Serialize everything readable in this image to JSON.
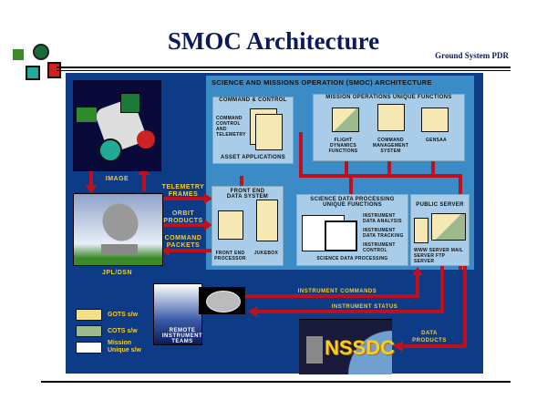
{
  "header": {
    "title": "SMOC Architecture",
    "subtitle": "Ground System PDR"
  },
  "smoc": {
    "title": "SCIENCE AND MISSIONS OPERATION (SMOC) ARCHITECTURE"
  },
  "command_control": {
    "title": "COMMAND & CONTROL",
    "desc": "COMMAND CONTROL AND TELEMETRY",
    "footer": "ASSET APPLICATIONS"
  },
  "mission_ops": {
    "title": "MISSION OPERATIONS UNIQUE FUNCTIONS",
    "items": [
      "FLIGHT DYNAMICS FUNCTIONS",
      "COMMAND MANAGEMENT SYSTEM",
      "GENSAA"
    ]
  },
  "front_end": {
    "title": "FRONT END DATA SYSTEM",
    "items": [
      "FRONT END PROCESSOR",
      "JUKEBOX"
    ]
  },
  "science": {
    "title": "SCIENCE DATA PROCESSING UNIQUE FUNCTIONS",
    "items": [
      "INSTRUMENT DATA ANALYSIS",
      "INSTRUMENT DATA TRACKING",
      "INSTRUMENT CONTROL"
    ],
    "footer": "SCIENCE DATA PROCESSING"
  },
  "public_server": {
    "title": "PUBLIC SERVER",
    "desc": "WWW SERVER MAIL SERVER FTP SERVER"
  },
  "external": {
    "image": "IMAGE",
    "dsn": "JPL/DSN",
    "teams": "REMOTE INSTRUMENT TEAMS",
    "nssdc": "NSSDC"
  },
  "flows": {
    "telemetry": "TELEMETRY FRAMES",
    "orbit": "ORBIT PRODUCTS",
    "command": "COMMAND PACKETS",
    "instr_cmd": "INSTRUMENT COMMANDS",
    "instr_status": "INSTRUMENT STATUS",
    "data_products": "DATA PRODUCTS"
  },
  "legend": [
    {
      "label": "GOTS s/w",
      "color": "#f3de8a"
    },
    {
      "label": "COTS s/w",
      "color": "#9dba8e"
    },
    {
      "label": "Mission Unique s/w",
      "color": "#ffffff"
    }
  ]
}
